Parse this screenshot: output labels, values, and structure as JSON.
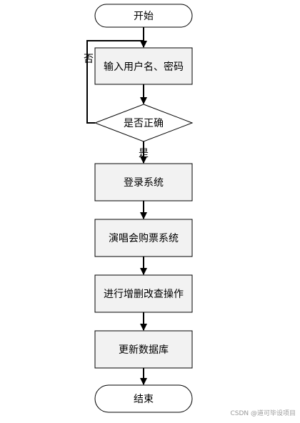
{
  "flowchart": {
    "start": "开始",
    "input_credentials": "输入用户名、密码",
    "decision_correct": "是否正确",
    "label_no": "否",
    "label_yes": "是",
    "login_system": "登录系统",
    "ticket_system": "演唱会购票系统",
    "crud_operations": "进行增删改查操作",
    "update_database": "更新数据库",
    "end": "结束"
  },
  "watermark": "CSDN @道可毕设项目",
  "colors": {
    "box_fill": "#f2f2f2",
    "terminal_fill": "#ffffff",
    "line": "#000000"
  }
}
